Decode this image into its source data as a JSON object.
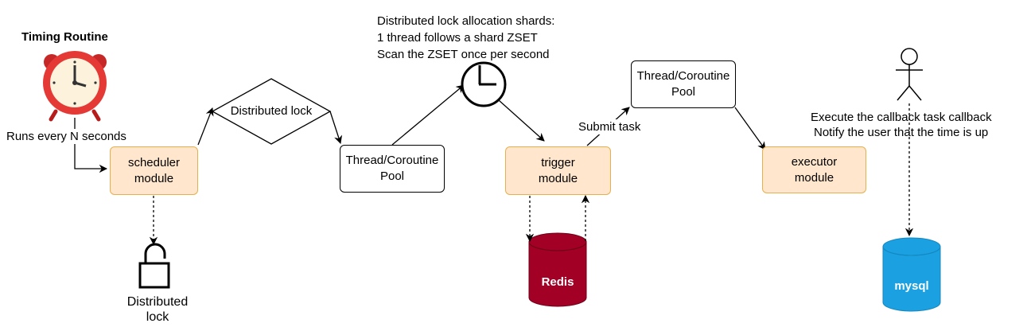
{
  "timing_routine": {
    "title": "Timing Routine",
    "runs_label": "Runs every N seconds"
  },
  "scheduler": {
    "label": "scheduler\nmodule"
  },
  "distributed_lock_diamond": {
    "label": "Distributed lock"
  },
  "pool_left": {
    "label": "Thread/Coroutine\nPool"
  },
  "shards_note": {
    "line1": "Distributed lock allocation shards:",
    "line2": "1 thread follows a shard ZSET",
    "line3": "Scan the ZSET once per second"
  },
  "trigger": {
    "label": "trigger\nmodule"
  },
  "submit_task": {
    "label": "Submit task"
  },
  "pool_right": {
    "label": "Thread/Coroutine\nPool"
  },
  "executor": {
    "label": "executor\nmodule"
  },
  "callback_note": {
    "line1": "Execute the callback task callback",
    "line2": "Notify the user that the time is up"
  },
  "lock_icon": {
    "label_line1": "Distributed",
    "label_line2": "lock"
  },
  "redis": {
    "label": "Redis",
    "color": "#a20025"
  },
  "mysql": {
    "label": "mysql",
    "color": "#1ba1e2"
  },
  "colors": {
    "module_fill": "#ffe6cc",
    "module_stroke": "#e8b04c",
    "alarm_red": "#e53935"
  }
}
